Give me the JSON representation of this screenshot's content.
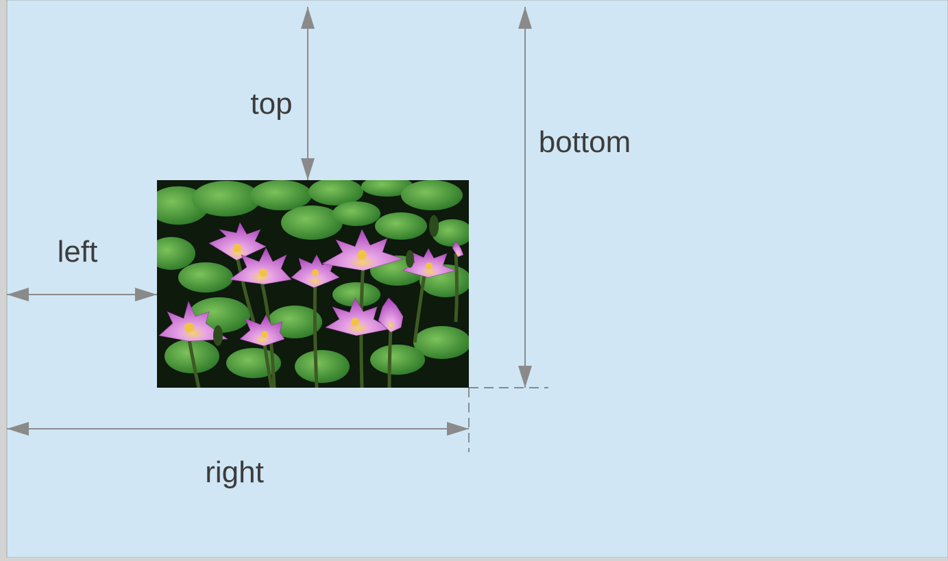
{
  "colors": {
    "outer_background": "#d3d3d3",
    "canvas_background": "#d0e6f4",
    "arrow": "#8a8a8a",
    "label_text": "#3c3c3c"
  },
  "labels": {
    "top": "top",
    "bottom": "bottom",
    "left": "left",
    "right": "right"
  },
  "image": {
    "subject": "pink water lilies among green lily pads"
  }
}
